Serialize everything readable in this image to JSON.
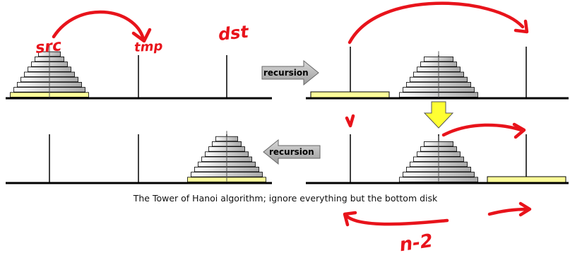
{
  "caption": "The Tower of Hanoi algorithm; ignore everything but the bottom disk",
  "arrows": {
    "right_label": "recursion",
    "left_label": "recursion"
  },
  "annotations": {
    "src": "src",
    "tmp": "tmp",
    "dst": "dst",
    "n_minus": "n-2"
  },
  "colors": {
    "ink": "#e8131b",
    "bottom_disk": "#ffff99",
    "disk": "#d8d8d8",
    "gray_arrow": "#b8b8b8",
    "yellow_arrow": "#ffff33"
  }
}
